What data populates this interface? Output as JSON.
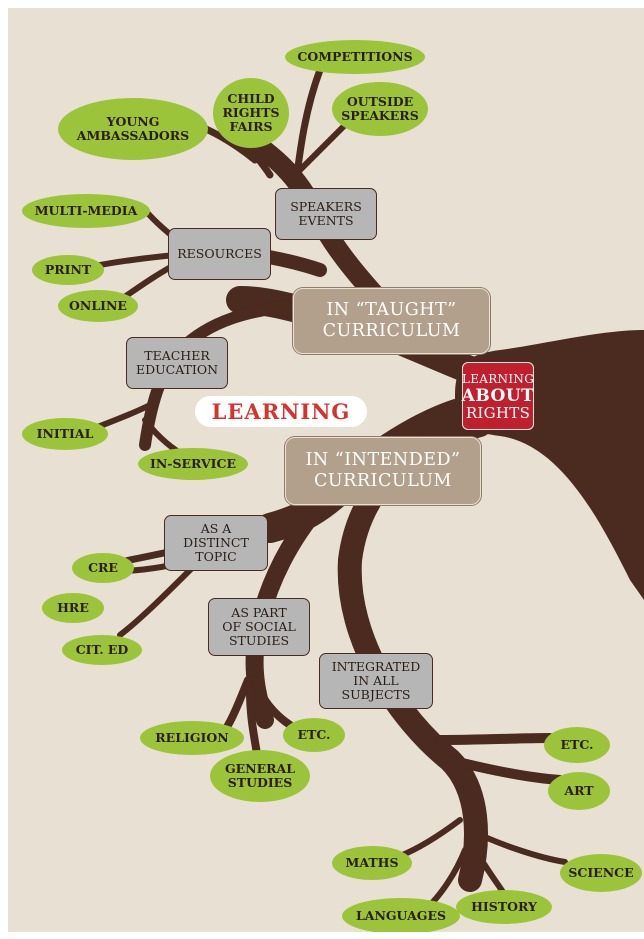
{
  "center": {
    "line1": "LEARNING",
    "line2": "ABOUT",
    "line3": "RIGHTS"
  },
  "learning_label": "LEARNING",
  "taught": "IN “TAUGHT”\nCURRICULUM",
  "intended": "IN “INTENDED”\nCURRICULUM",
  "boxes": {
    "speakers_events": "SPEAKERS\nEVENTS",
    "resources": "RESOURCES",
    "teacher_education": "TEACHER\nEDUCATION",
    "distinct_topic": "AS A\nDISTINCT\nTOPIC",
    "social_studies": "AS PART\nOF SOCIAL\nSTUDIES",
    "all_subjects": "INTEGRATED\nIN ALL\nSUBJECTS"
  },
  "leaves": {
    "competitions": "COMPETITIONS",
    "child_rights_fairs": "CHILD\nRIGHTS\nFAIRS",
    "outside_speakers": "OUTSIDE\nSPEAKERS",
    "young_ambassadors": "YOUNG\nAMBASSADORS",
    "multi_media": "MULTI-MEDIA",
    "print": "PRINT",
    "online": "ONLINE",
    "initial": "INITIAL",
    "in_service": "IN-SERVICE",
    "cre": "CRE",
    "hre": "HRE",
    "cit_ed": "CIT. ED",
    "religion": "RELIGION",
    "etc_social": "ETC.",
    "general_studies": "GENERAL\nSTUDIES",
    "etc_subjects": "ETC.",
    "art": "ART",
    "maths": "MATHS",
    "science": "SCIENCE",
    "history": "HISTORY",
    "languages": "LANGUAGES"
  },
  "colors": {
    "background": "#e8e0d2",
    "branch": "#4b2a1f",
    "leaf": "#9bc43b",
    "box": "#b6b6b7",
    "curriculum_box": "#b3a08c",
    "center": "#c0202e",
    "learning_text": "#d8322c"
  }
}
